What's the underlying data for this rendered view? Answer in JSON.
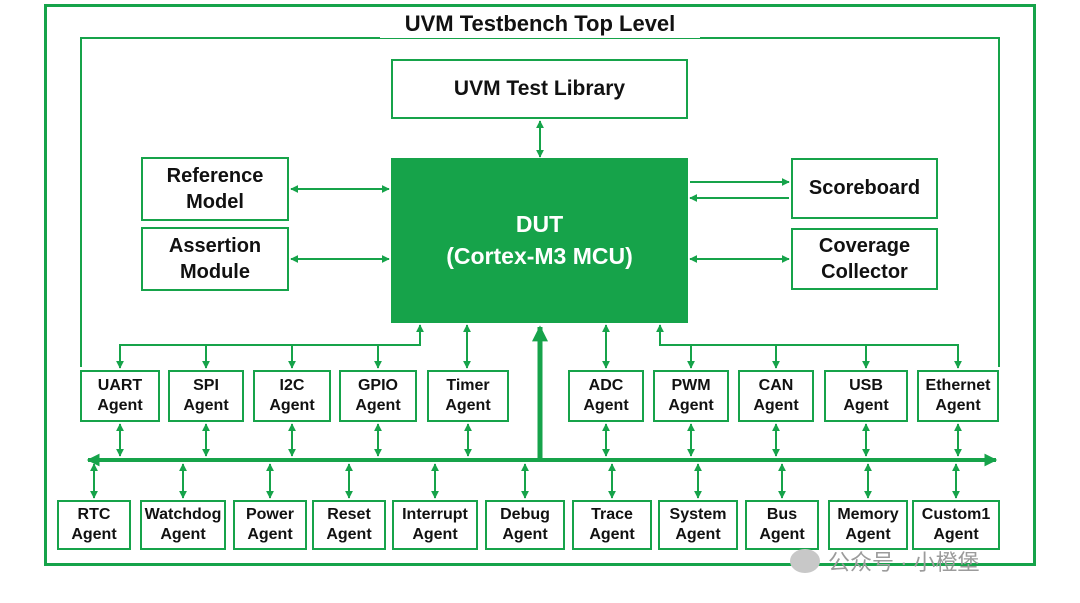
{
  "title": "UVM Testbench Top Level",
  "colors": {
    "accent": "#16a34a"
  },
  "test_library": "UVM Test Library",
  "dut": "DUT\n(Cortex-M3 MCU)",
  "left_modules": [
    "Reference\nModel",
    "Assertion\nModule"
  ],
  "right_modules": [
    "Scoreboard",
    "Coverage\nCollector"
  ],
  "top_agents": [
    "UART\nAgent",
    "SPI\nAgent",
    "I2C\nAgent",
    "GPIO\nAgent",
    "Timer\nAgent",
    "ADC\nAgent",
    "PWM\nAgent",
    "CAN\nAgent",
    "USB\nAgent",
    "Ethernet\nAgent"
  ],
  "bottom_agents": [
    "RTC\nAgent",
    "Watchdog\nAgent",
    "Power\nAgent",
    "Reset\nAgent",
    "Interrupt\nAgent",
    "Debug\nAgent",
    "Trace\nAgent",
    "System\nAgent",
    "Bus\nAgent",
    "Memory\nAgent",
    "Custom1\nAgent"
  ],
  "watermark": "公众号 · 小橙堡"
}
